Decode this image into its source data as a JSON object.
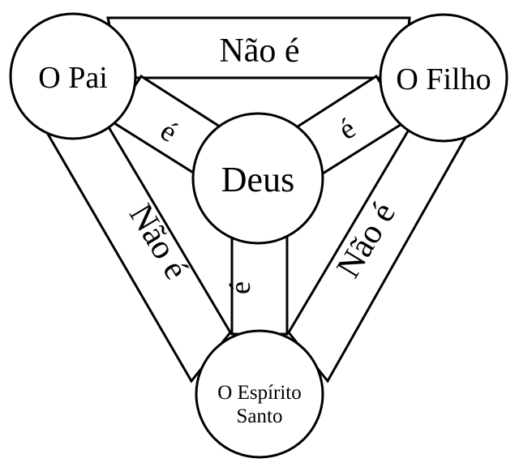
{
  "nodes": {
    "father": "O Pai",
    "son": "O Filho",
    "god": "Deus",
    "spirit_line1": "O Espírito",
    "spirit_line2": "Santo"
  },
  "edges": {
    "father_son": "Não é",
    "father_spirit": "Não é",
    "son_spirit": "Não é",
    "father_god": "é",
    "son_god": "é",
    "spirit_god": "é"
  },
  "colors": {
    "stroke": "#000000",
    "fill": "#ffffff"
  }
}
